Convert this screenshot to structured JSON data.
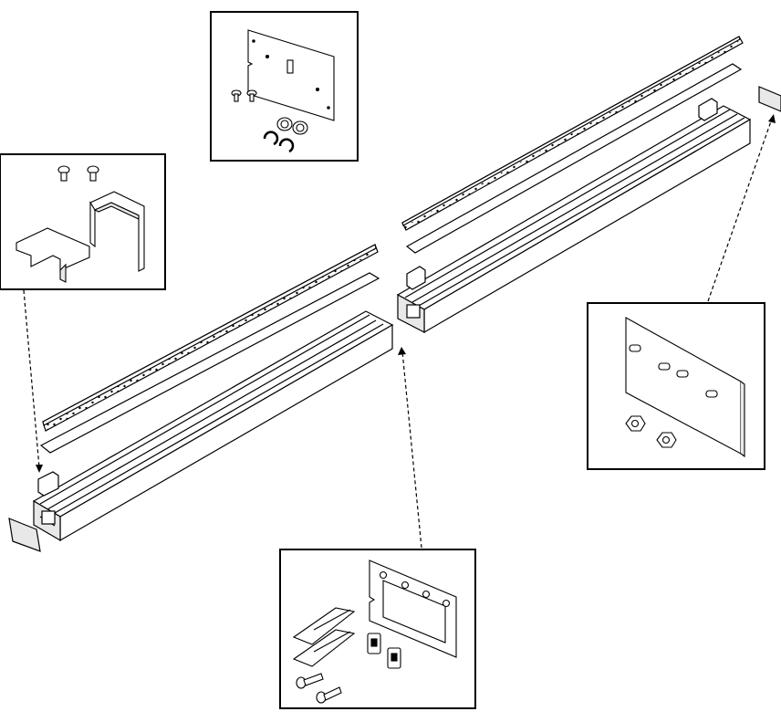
{
  "figure": {
    "kind": "exploded-assembly-drawing",
    "labels": []
  },
  "callouts": [
    {
      "name": "callout-inset-top-center",
      "contents": [
        "mounting-plate",
        "screw",
        "screw",
        "bushing",
        "bushing",
        "clip",
        "clip"
      ]
    },
    {
      "name": "callout-inset-left",
      "contents": [
        "screw",
        "screw",
        "bracket-cover",
        "end-bracket"
      ]
    },
    {
      "name": "callout-inset-right",
      "contents": [
        "connector-plate",
        "standoff",
        "standoff",
        "standoff",
        "standoff",
        "hex-nut",
        "hex-nut"
      ]
    },
    {
      "name": "callout-inset-bottom-center",
      "contents": [
        "gasket-plate",
        "spring-clip",
        "spring-clip",
        "latch",
        "latch",
        "screw",
        "screw"
      ]
    }
  ],
  "colors": {
    "line": "#000000",
    "fill": "#ffffff",
    "shade": "#e8e8e8"
  }
}
